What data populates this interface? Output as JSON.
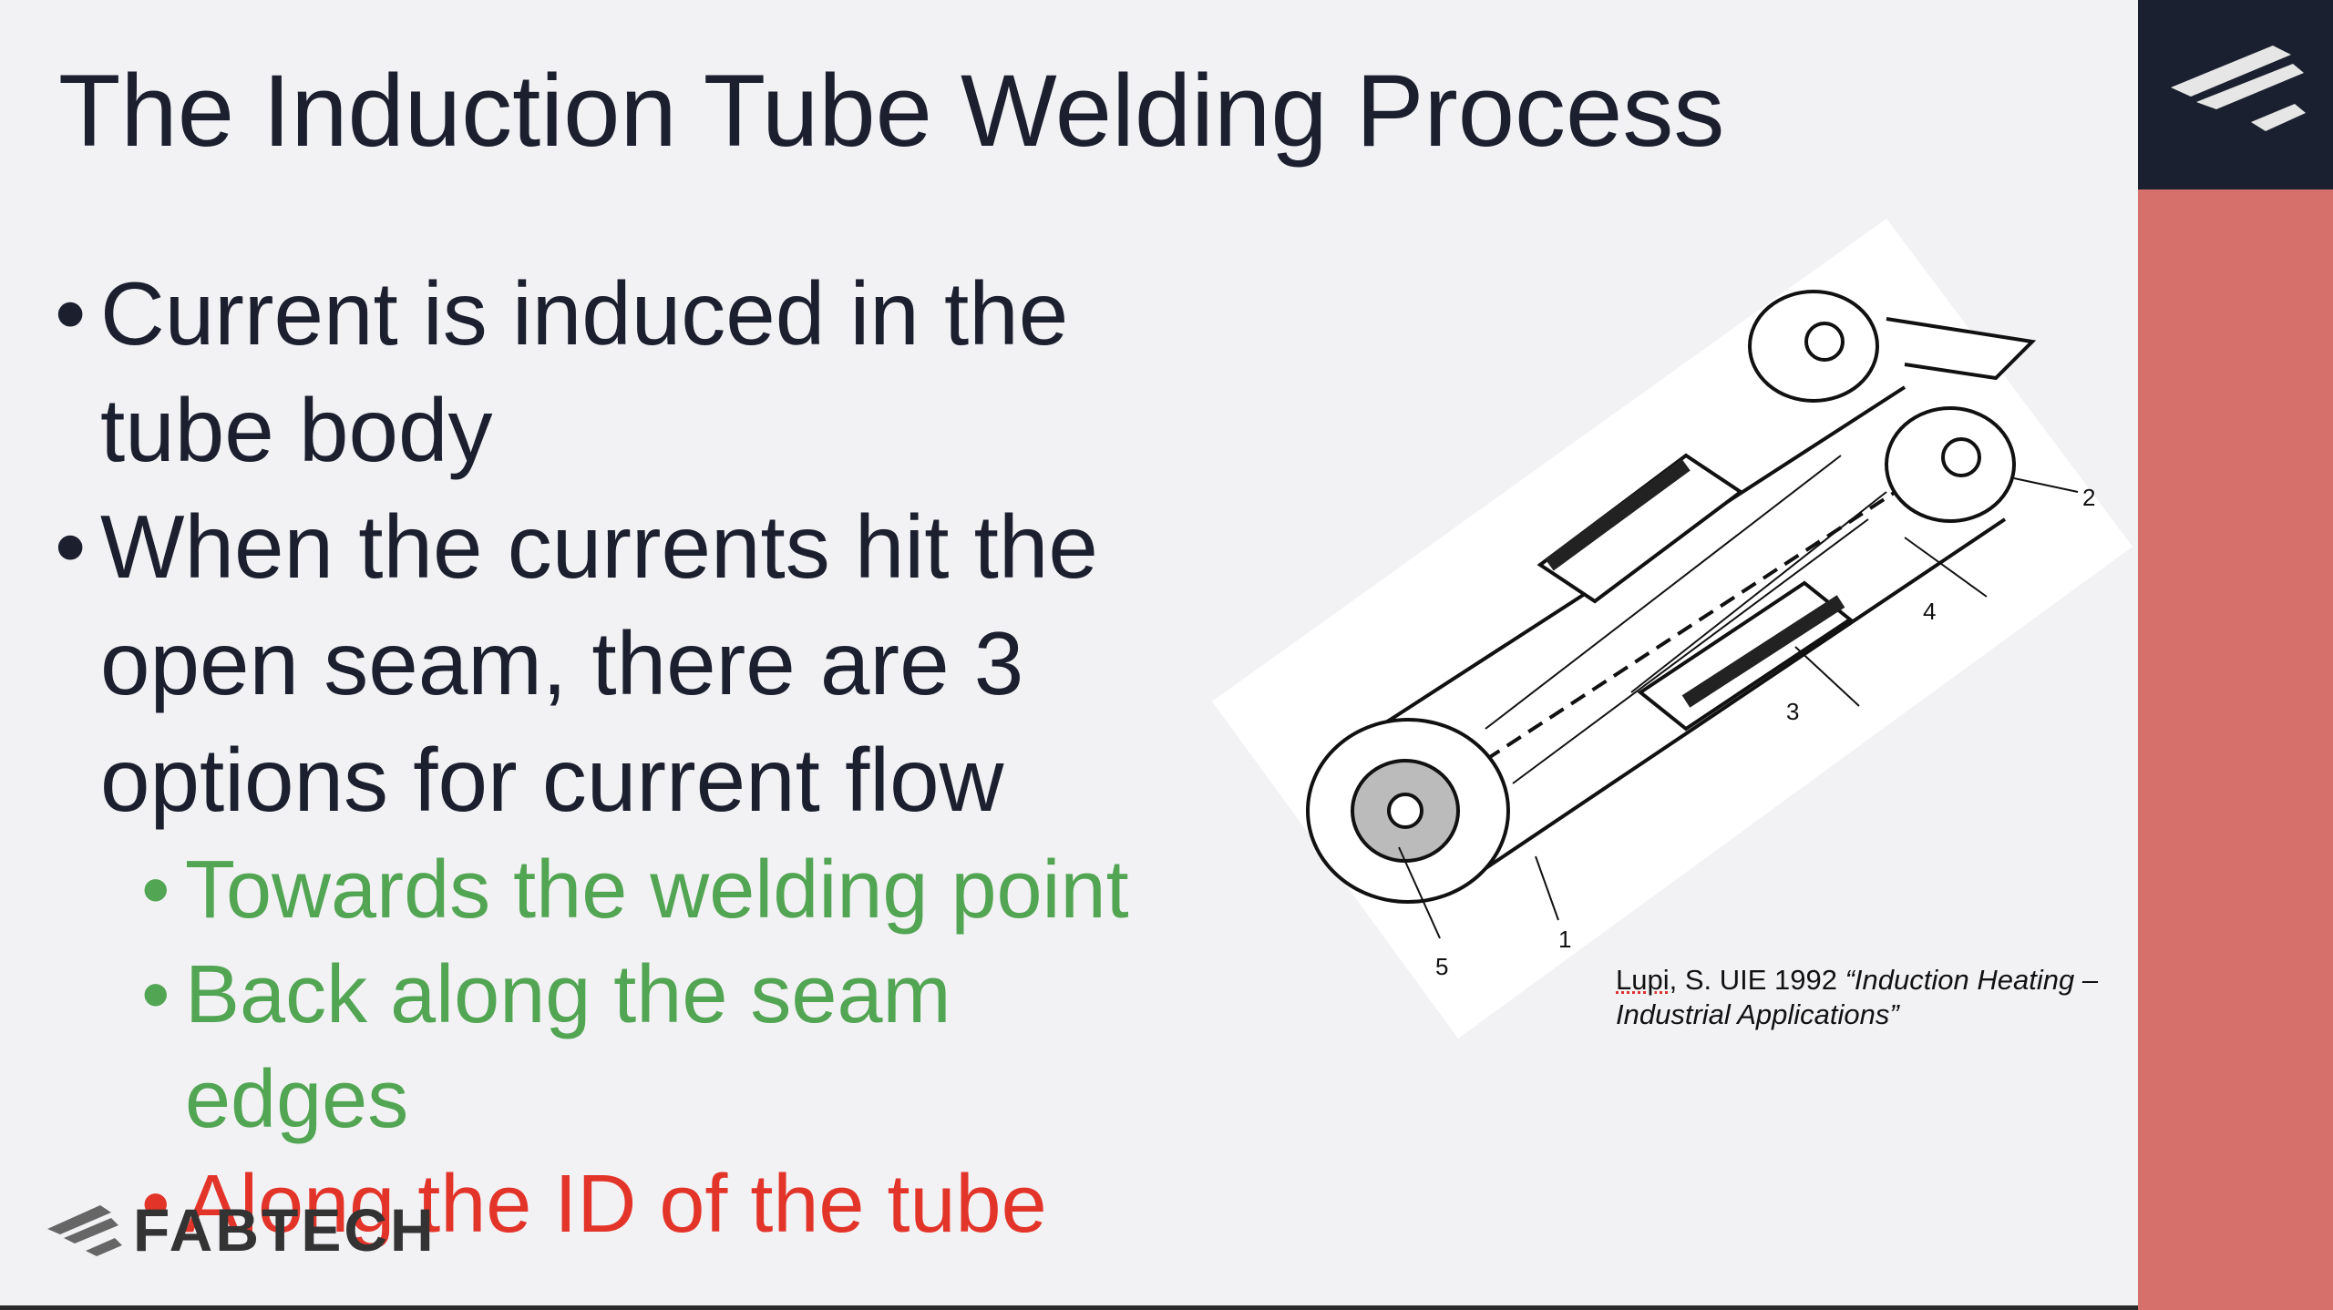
{
  "slide": {
    "title": "The Induction Tube Welding Process",
    "bullet_char": "•",
    "bullets": [
      {
        "line1": "Current is induced in the",
        "line2": "tube body"
      },
      {
        "line1": "When the currents hit the",
        "line2": "open seam, there are 3",
        "line3": "options for current flow"
      }
    ],
    "sub_bullets": [
      {
        "text": "Towards the welding point",
        "color": "#52a552"
      },
      {
        "line1": "Back along the seam",
        "line2": "edges",
        "color": "#52a552"
      },
      {
        "text": "Along the ID of the tube",
        "color": "#e3342a"
      }
    ]
  },
  "diagram": {
    "labels": [
      "1",
      "2",
      "3",
      "4",
      "5"
    ]
  },
  "citation": {
    "author": "Lupi",
    "rest": ", S. UIE 1992 ",
    "work": "“Induction Heating – Industrial Applications”"
  },
  "footer": {
    "brand": "FABTECH"
  },
  "colors": {
    "accent_bar": "#d5716a",
    "brand_box": "#1b2030",
    "background": "#f2f2f5"
  }
}
